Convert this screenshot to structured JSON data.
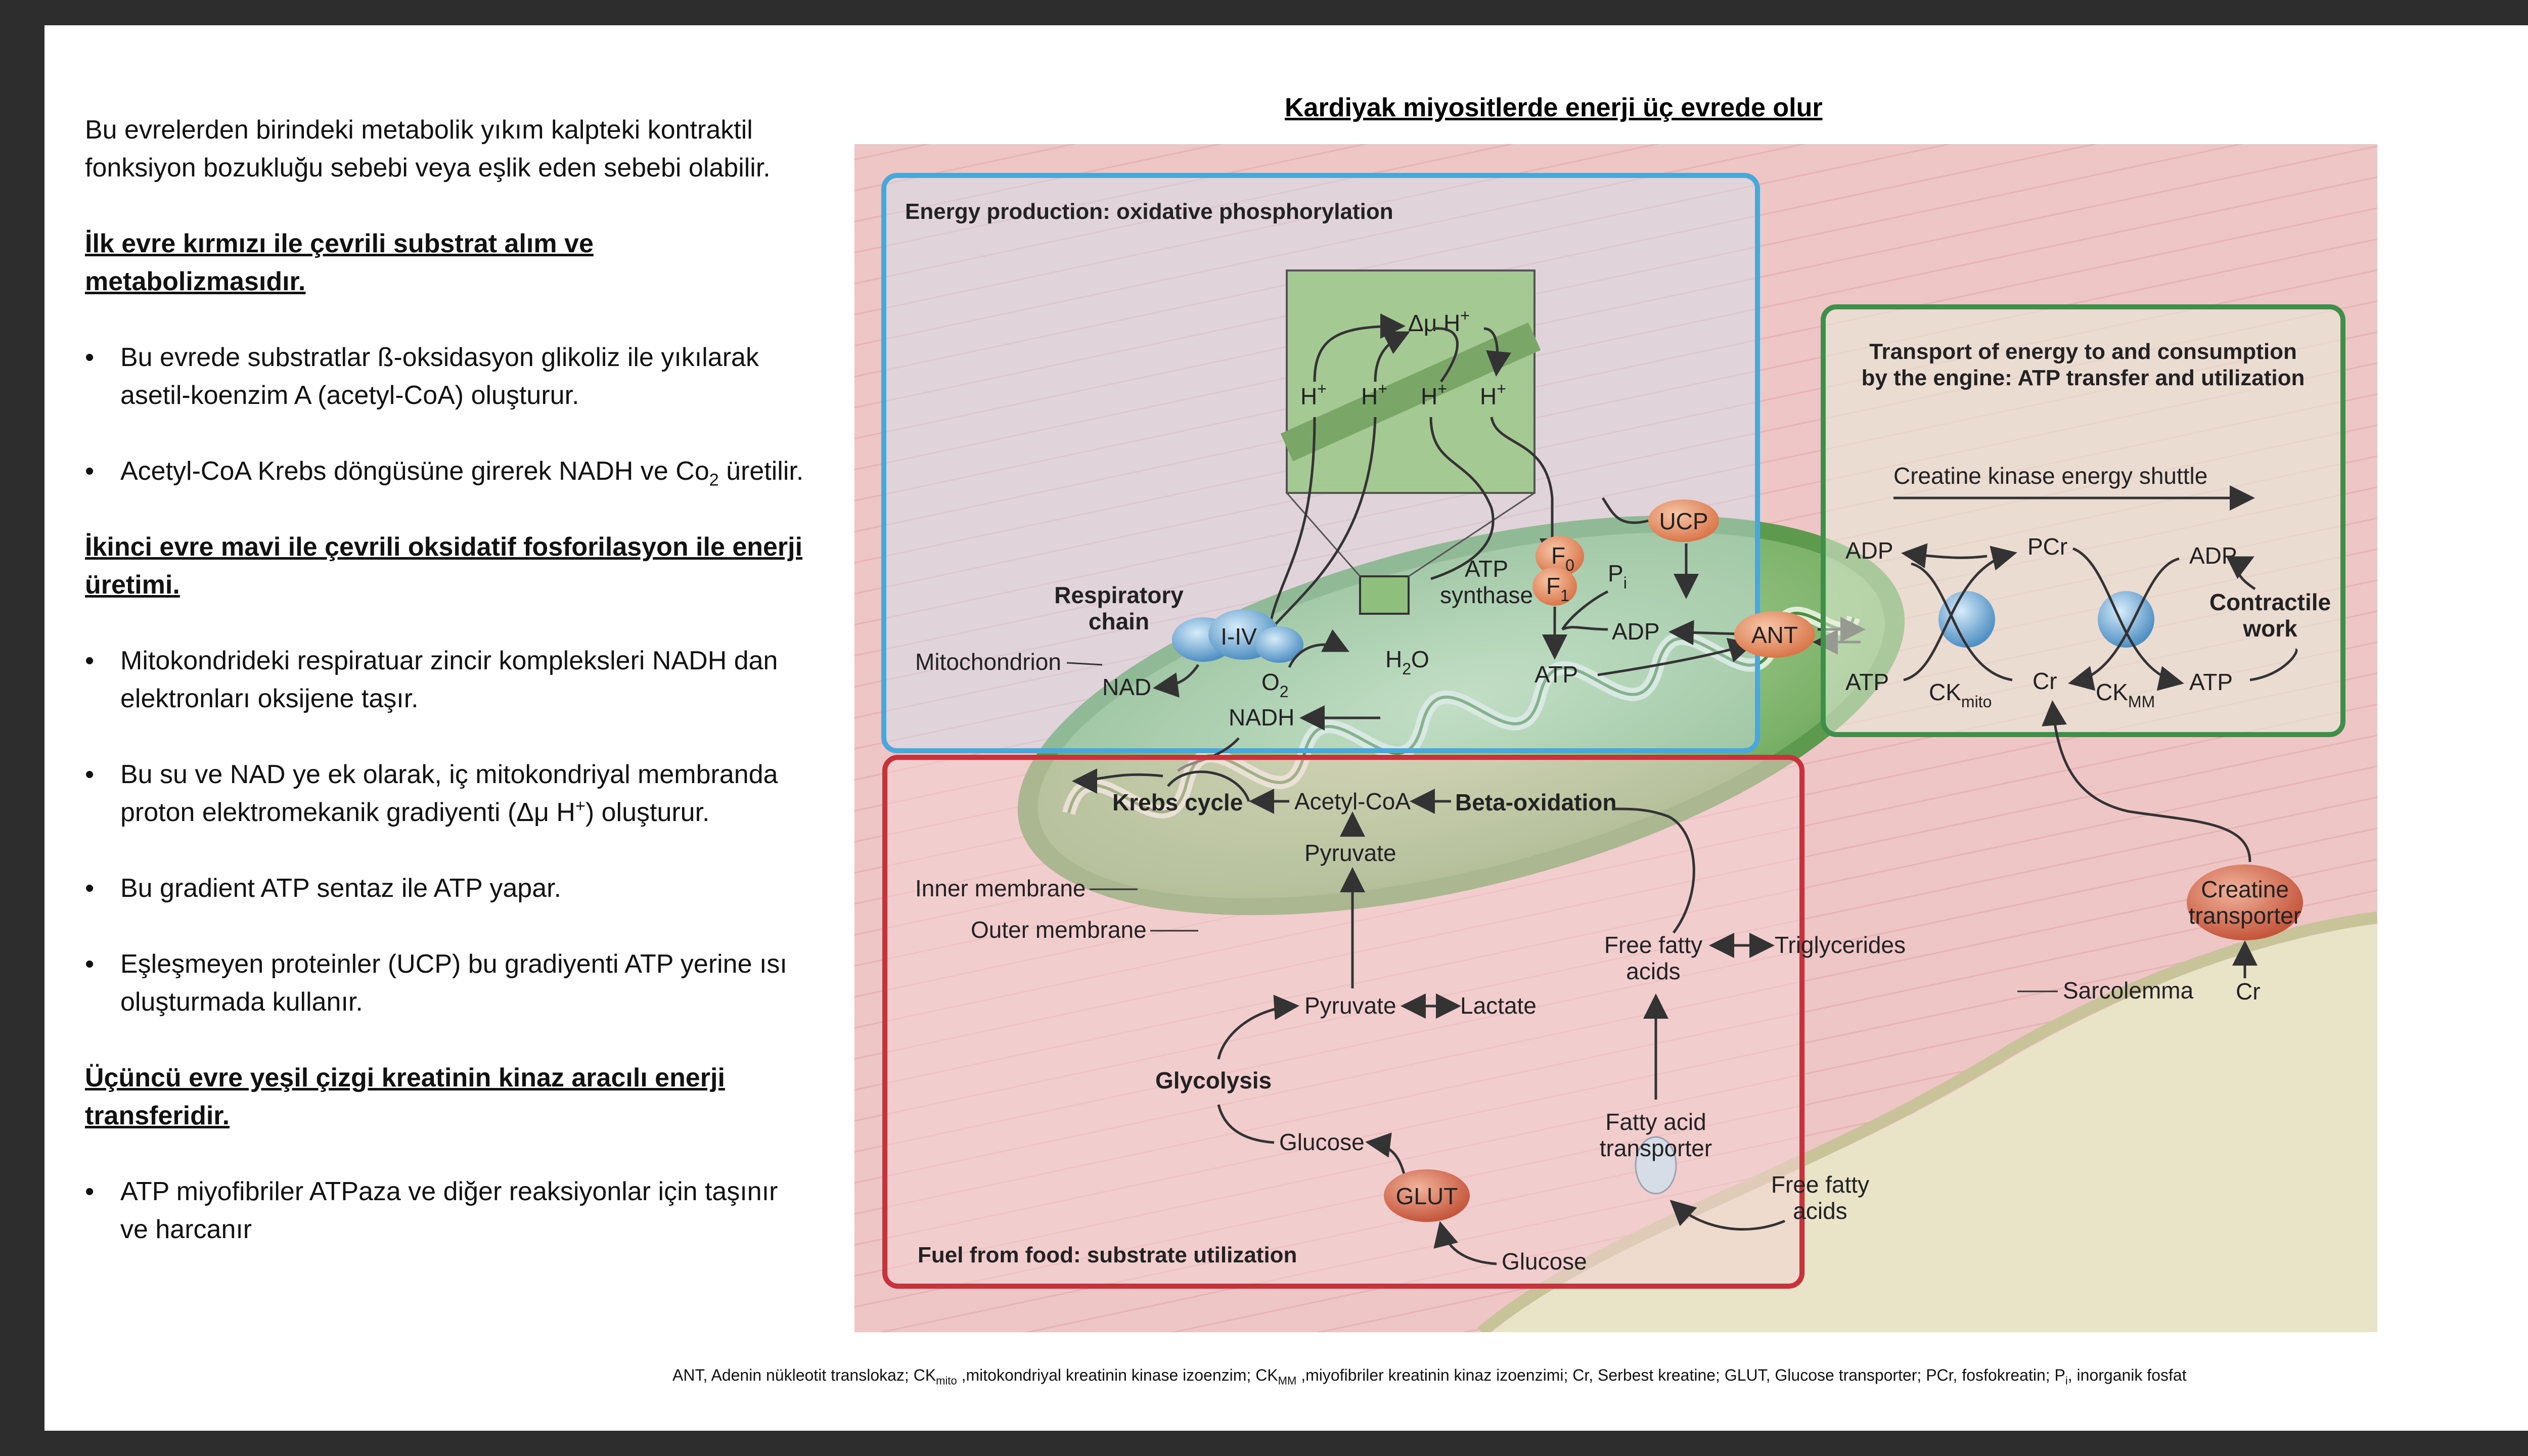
{
  "slide_title": "Kardiyak miyositlerde enerji üç evrede olur",
  "left": {
    "intro": "Bu evrelerden birindeki metabolik yıkım kalpteki kontraktil fonksiyon bozukluğu sebebi veya eşlik eden sebebi olabilir.",
    "stage1_heading": "İlk evre kırmızı ile çevrili substrat alım ve metabolizmasıdır.",
    "stage1_b1": "Bu evrede substratlar ß-oksidasyon glikoliz ile yıkılarak asetil-koenzim A (acetyl-CoA) oluşturur.",
    "stage1_b2_pre": "Acetyl-CoA Krebs döngüsüne girerek NADH ve Co",
    "stage1_b2_sub": "2",
    "stage1_b2_post": " üretilir.",
    "stage2_heading": "İkinci evre mavi ile çevrili  oksidatif fosforilasyon ile enerji üretimi.",
    "stage2_b1": "Mitokondrideki respiratuar zincir kompleksleri NADH dan elektronları oksijene taşır.",
    "stage2_b2_pre": "Bu su ve NAD ye ek olarak, iç mitokondriyal membranda proton elektromekanik gradiyenti (Δμ H",
    "stage2_b2_sup": "+",
    "stage2_b2_post": ") oluşturur.",
    "stage2_b3": "Bu gradient ATP sentaz ile ATP yapar.",
    "stage2_b4": "Eşleşmeyen proteinler (UCP) bu gradiyenti ATP yerine ısı oluşturmada kullanır.",
    "stage3_heading": "Üçüncü evre yeşil çizgi kreatinin kinaz aracılı enerji transferidir.",
    "stage3_b1": "ATP miyofibriler ATPaza ve diğer reaksiyonlar için taşınır ve harcanır",
    "bullet": "•"
  },
  "footnote": {
    "part1": "ANT, Adenin nükleotit translokaz; CK",
    "sub1": "mito",
    "part2": " ,mitokondriyal kreatinin kinase izoenzim; CK",
    "sub2": "MM",
    "part3": " ,miyofibriler kreatinin kinaz izoenzimi; Cr, Serbest kreatine; GLUT, Glucose transporter; PCr, fosfokreatin; P",
    "sub3": "i",
    "part4": ", inorganik fosfat"
  },
  "diagram": {
    "blue_box_title": "Energy production: oxidative phosphorylation",
    "green_box_title_1": "Transport of energy to and consumption",
    "green_box_title_2": "by the engine: ATP transfer and utilization",
    "red_box_title": "Fuel from food: substrate utilization",
    "delta_mu": "Δμ H",
    "plus": "+",
    "h_plus": "H",
    "respiratory_chain_1": "Respiratory",
    "respiratory_chain_2": "chain",
    "complex": "I-IV",
    "mitochondrion": "Mitochondrion",
    "nad": "NAD",
    "o2": "O",
    "o2_sub": "2",
    "h2o_pre": "H",
    "h2o_sub": "2",
    "h2o_post": "O",
    "nadh": "NADH",
    "atp_synthase_1": "ATP",
    "atp_synthase_2": "synthase",
    "f0": "F",
    "f0_sub": "0",
    "f1": "F",
    "f1_sub": "1",
    "pi": "P",
    "pi_sub": "i",
    "ucp": "UCP",
    "adp": "ADP",
    "atp": "ATP",
    "ant": "ANT",
    "shuttle": "Creatine kinase energy shuttle",
    "pcr": "PCr",
    "cr": "Cr",
    "ck": "CK",
    "ck_mito_sub": "mito",
    "ck_mm_sub": "MM",
    "contractile_1": "Contractile",
    "contractile_2": "work",
    "krebs": "Krebs cycle",
    "acetyl_coa": "Acetyl-CoA",
    "beta_ox": "Beta-oxidation",
    "pyruvate": "Pyruvate",
    "inner_membrane": "Inner membrane",
    "outer_membrane": "Outer membrane",
    "free_fatty_1": "Free fatty",
    "free_fatty_2": "acids",
    "triglycerides": "Triglycerides",
    "lactate": "Lactate",
    "glycolysis": "Glycolysis",
    "glucose": "Glucose",
    "glut": "GLUT",
    "fat_transporter_1": "Fatty acid",
    "fat_transporter_2": "transporter",
    "creatine_transporter_1": "Creatine",
    "creatine_transporter_2": "transporter",
    "sarcolemma": "Sarcolemma"
  },
  "colors": {
    "blue_box": "#4aa8d8",
    "green_box": "#3f8f4a",
    "red_box": "#c8323a",
    "background_pink": "#efc7c7",
    "mitochondrion_green": "#8fc27b"
  }
}
